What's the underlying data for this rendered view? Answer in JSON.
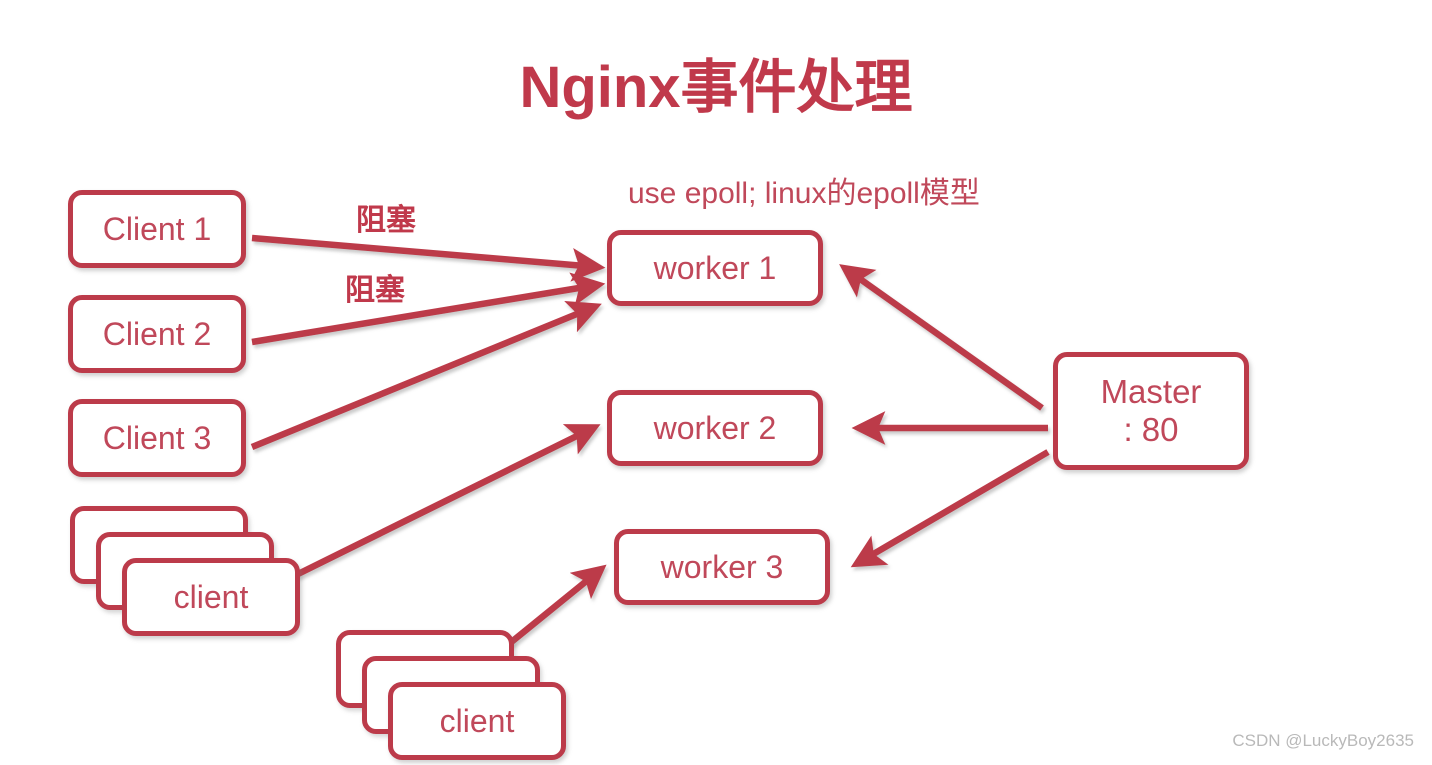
{
  "slide": {
    "title": "Nginx事件处理",
    "subtitle": "use epoll; linux的epoll模型",
    "watermark": "CSDN @LuckyBoy2635",
    "accent_color": "#BC3B4A",
    "title_color": "#C0394B",
    "background_color": "#FFFFFF"
  },
  "clients": [
    {
      "label": "Client 1"
    },
    {
      "label": "Client 2"
    },
    {
      "label": "Client 3"
    },
    {
      "label": "client"
    },
    {
      "label": "client"
    }
  ],
  "workers": [
    {
      "label": "worker 1"
    },
    {
      "label": "worker 2"
    },
    {
      "label": "worker 3"
    }
  ],
  "master": {
    "name": "Master",
    "port": ": 80"
  },
  "edge_labels": [
    {
      "text": "阻塞"
    },
    {
      "text": "阻塞"
    }
  ],
  "edges": [
    {
      "from": "Client 1",
      "to": "worker 1",
      "label": "阻塞"
    },
    {
      "from": "Client 2",
      "to": "worker 1",
      "label": "阻塞"
    },
    {
      "from": "Client 3",
      "to": "worker 1",
      "label": ""
    },
    {
      "from": "client",
      "to": "worker 2",
      "label": ""
    },
    {
      "from": "client",
      "to": "worker 3",
      "label": ""
    },
    {
      "from": "Master",
      "to": "worker 1",
      "label": ""
    },
    {
      "from": "Master",
      "to": "worker 2",
      "label": ""
    },
    {
      "from": "Master",
      "to": "worker 3",
      "label": ""
    }
  ]
}
